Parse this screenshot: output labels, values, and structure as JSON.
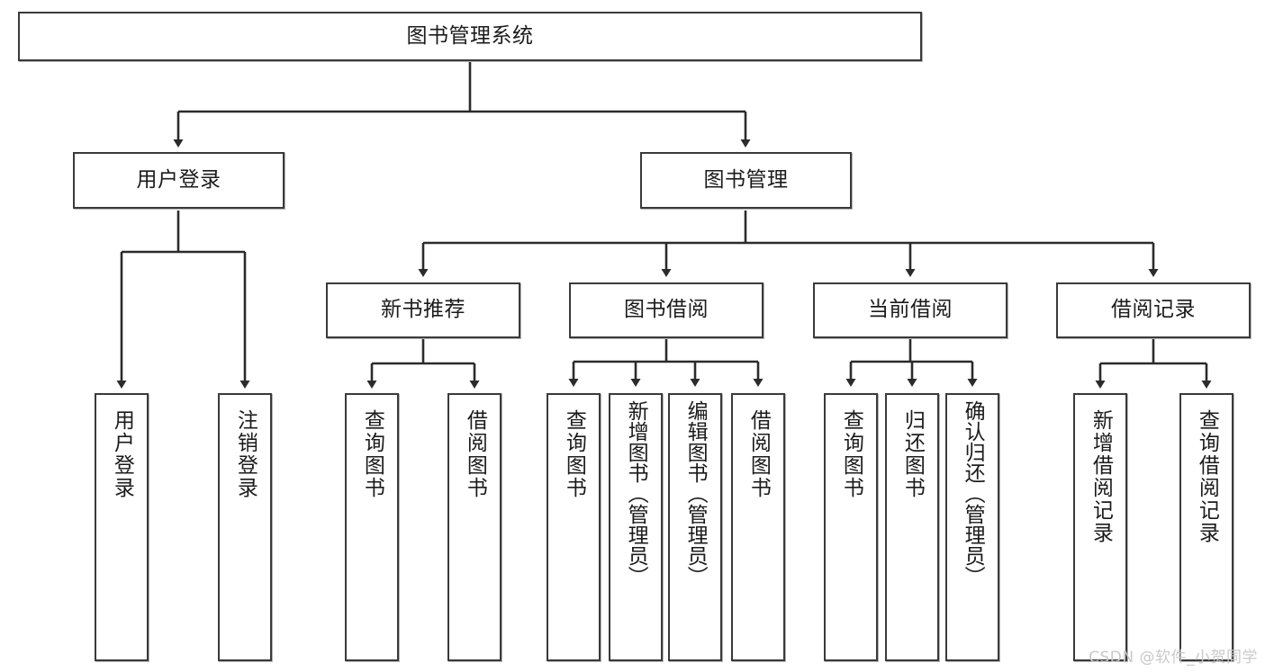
{
  "diagram": {
    "type": "tree-hierarchy",
    "title": "图书管理系统",
    "root": {
      "id": "root",
      "label": "图书管理系统"
    },
    "level2": [
      {
        "id": "user-login",
        "label": "用户登录"
      },
      {
        "id": "book-management",
        "label": "图书管理"
      }
    ],
    "level3": [
      {
        "id": "new-book-recommend",
        "label": "新书推荐",
        "parent": "book-management"
      },
      {
        "id": "book-borrow",
        "label": "图书借阅",
        "parent": "book-management"
      },
      {
        "id": "current-borrow",
        "label": "当前借阅",
        "parent": "book-management"
      },
      {
        "id": "borrow-record",
        "label": "借阅记录",
        "parent": "book-management"
      }
    ],
    "leaves": {
      "user_login": [
        {
          "id": "leaf-user-login",
          "label": "用户登录"
        },
        {
          "id": "leaf-logout-login",
          "label": "注销登录"
        }
      ],
      "new_book_recommend": [
        {
          "id": "leaf-query-book-1",
          "label": "查询图书"
        },
        {
          "id": "leaf-borrow-book-1",
          "label": "借阅图书"
        }
      ],
      "book_borrow": [
        {
          "id": "leaf-query-book-2",
          "label": "查询图书"
        },
        {
          "id": "leaf-add-book",
          "label": "新增图书（管理员）"
        },
        {
          "id": "leaf-edit-book",
          "label": "编辑图书（管理员）"
        },
        {
          "id": "leaf-borrow-book-2",
          "label": "借阅图书"
        }
      ],
      "current_borrow": [
        {
          "id": "leaf-query-book-3",
          "label": "查询图书"
        },
        {
          "id": "leaf-return-book",
          "label": "归还图书"
        },
        {
          "id": "leaf-confirm-return",
          "label": "确认归还（管理员）"
        }
      ],
      "borrow_record": [
        {
          "id": "leaf-add-record",
          "label": "新增借阅记录"
        },
        {
          "id": "leaf-query-record",
          "label": "查询借阅记录"
        }
      ]
    },
    "watermark": "CSDN @软件_小贺同学",
    "colors": {
      "background": "#ffffff",
      "box_border": "#3a3a3a",
      "box_fill": "#ffffff",
      "text": "#1b1b1b",
      "connector": "#2b2b2b",
      "watermark": "#c9c9c9"
    }
  }
}
